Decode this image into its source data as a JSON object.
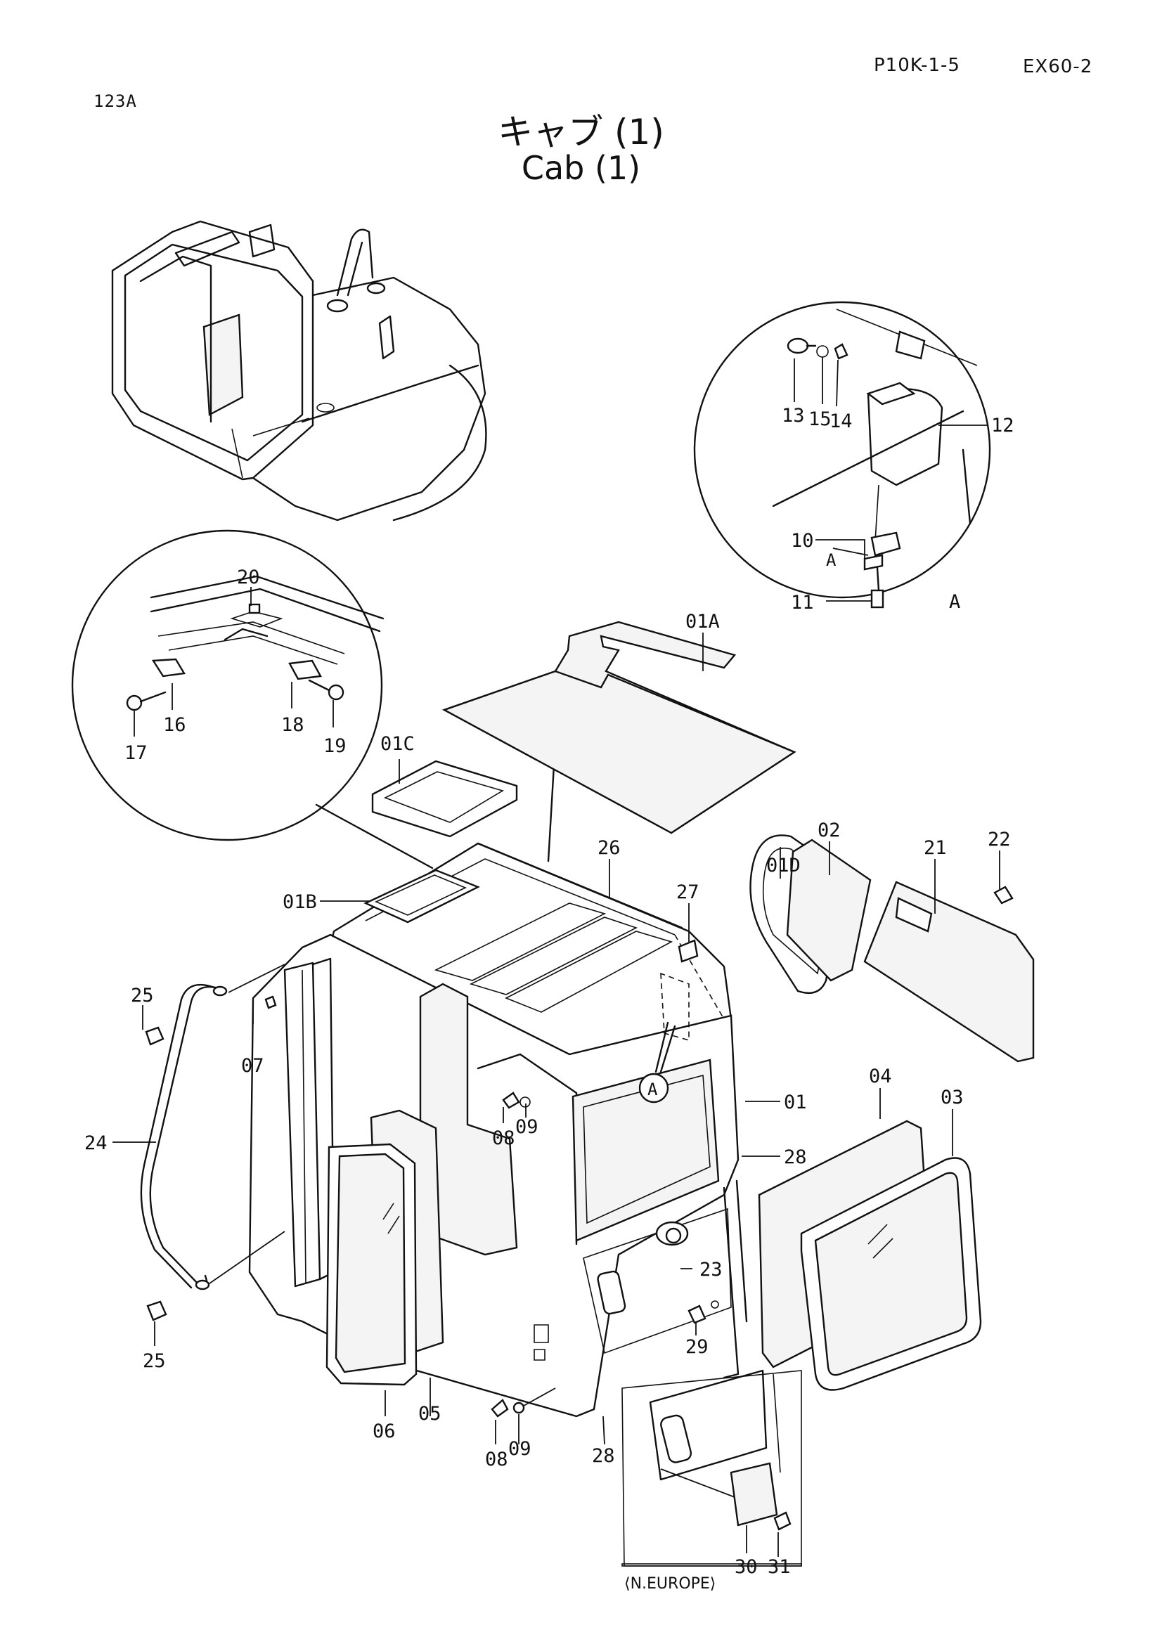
{
  "header": {
    "page_code": "P10K-1-5",
    "model": "EX60-2",
    "figure_no": "123A"
  },
  "title": {
    "japanese": "キャブ (1)",
    "english": "Cab (1)"
  },
  "detail_labels": {
    "detail_a_callout": "A",
    "detail_a_caption": "A",
    "detail_a_arrow_tag": "A",
    "inset_caption": "⟨N.EUROPE⟩"
  },
  "callouts": [
    {
      "key": "p20",
      "label": "20"
    },
    {
      "key": "p16",
      "label": "16"
    },
    {
      "key": "p17",
      "label": "17"
    },
    {
      "key": "p18",
      "label": "18"
    },
    {
      "key": "p19",
      "label": "19"
    },
    {
      "key": "p13",
      "label": "13"
    },
    {
      "key": "p15",
      "label": "15"
    },
    {
      "key": "p14",
      "label": "14"
    },
    {
      "key": "p12",
      "label": "12"
    },
    {
      "key": "p10",
      "label": "10"
    },
    {
      "key": "p11",
      "label": "11"
    },
    {
      "key": "p01A",
      "label": "01A"
    },
    {
      "key": "p01C",
      "label": "01C"
    },
    {
      "key": "p01B",
      "label": "01B"
    },
    {
      "key": "p26",
      "label": "26"
    },
    {
      "key": "p27",
      "label": "27"
    },
    {
      "key": "p01D",
      "label": "01D"
    },
    {
      "key": "p02",
      "label": "02"
    },
    {
      "key": "p21",
      "label": "21"
    },
    {
      "key": "p22",
      "label": "22"
    },
    {
      "key": "p25a",
      "label": "25"
    },
    {
      "key": "p07",
      "label": "07"
    },
    {
      "key": "p24",
      "label": "24"
    },
    {
      "key": "p08a",
      "label": "08"
    },
    {
      "key": "p09a",
      "label": "09"
    },
    {
      "key": "p01",
      "label": "01"
    },
    {
      "key": "p04",
      "label": "04"
    },
    {
      "key": "p03",
      "label": "03"
    },
    {
      "key": "p28a",
      "label": "28"
    },
    {
      "key": "p23",
      "label": "23"
    },
    {
      "key": "p29",
      "label": "29"
    },
    {
      "key": "p25b",
      "label": "25"
    },
    {
      "key": "p06",
      "label": "06"
    },
    {
      "key": "p05",
      "label": "05"
    },
    {
      "key": "p08b",
      "label": "08"
    },
    {
      "key": "p09b",
      "label": "09"
    },
    {
      "key": "p28b",
      "label": "28"
    },
    {
      "key": "p30",
      "label": "30"
    },
    {
      "key": "p31",
      "label": "31"
    }
  ]
}
